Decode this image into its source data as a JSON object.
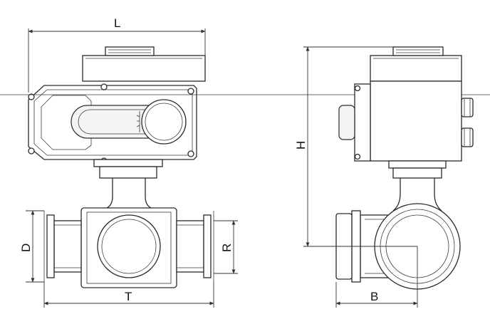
{
  "drawing": {
    "dimension_labels": {
      "L": "L",
      "H": "H",
      "D": "D",
      "R": "R",
      "T": "T",
      "B": "B"
    }
  }
}
